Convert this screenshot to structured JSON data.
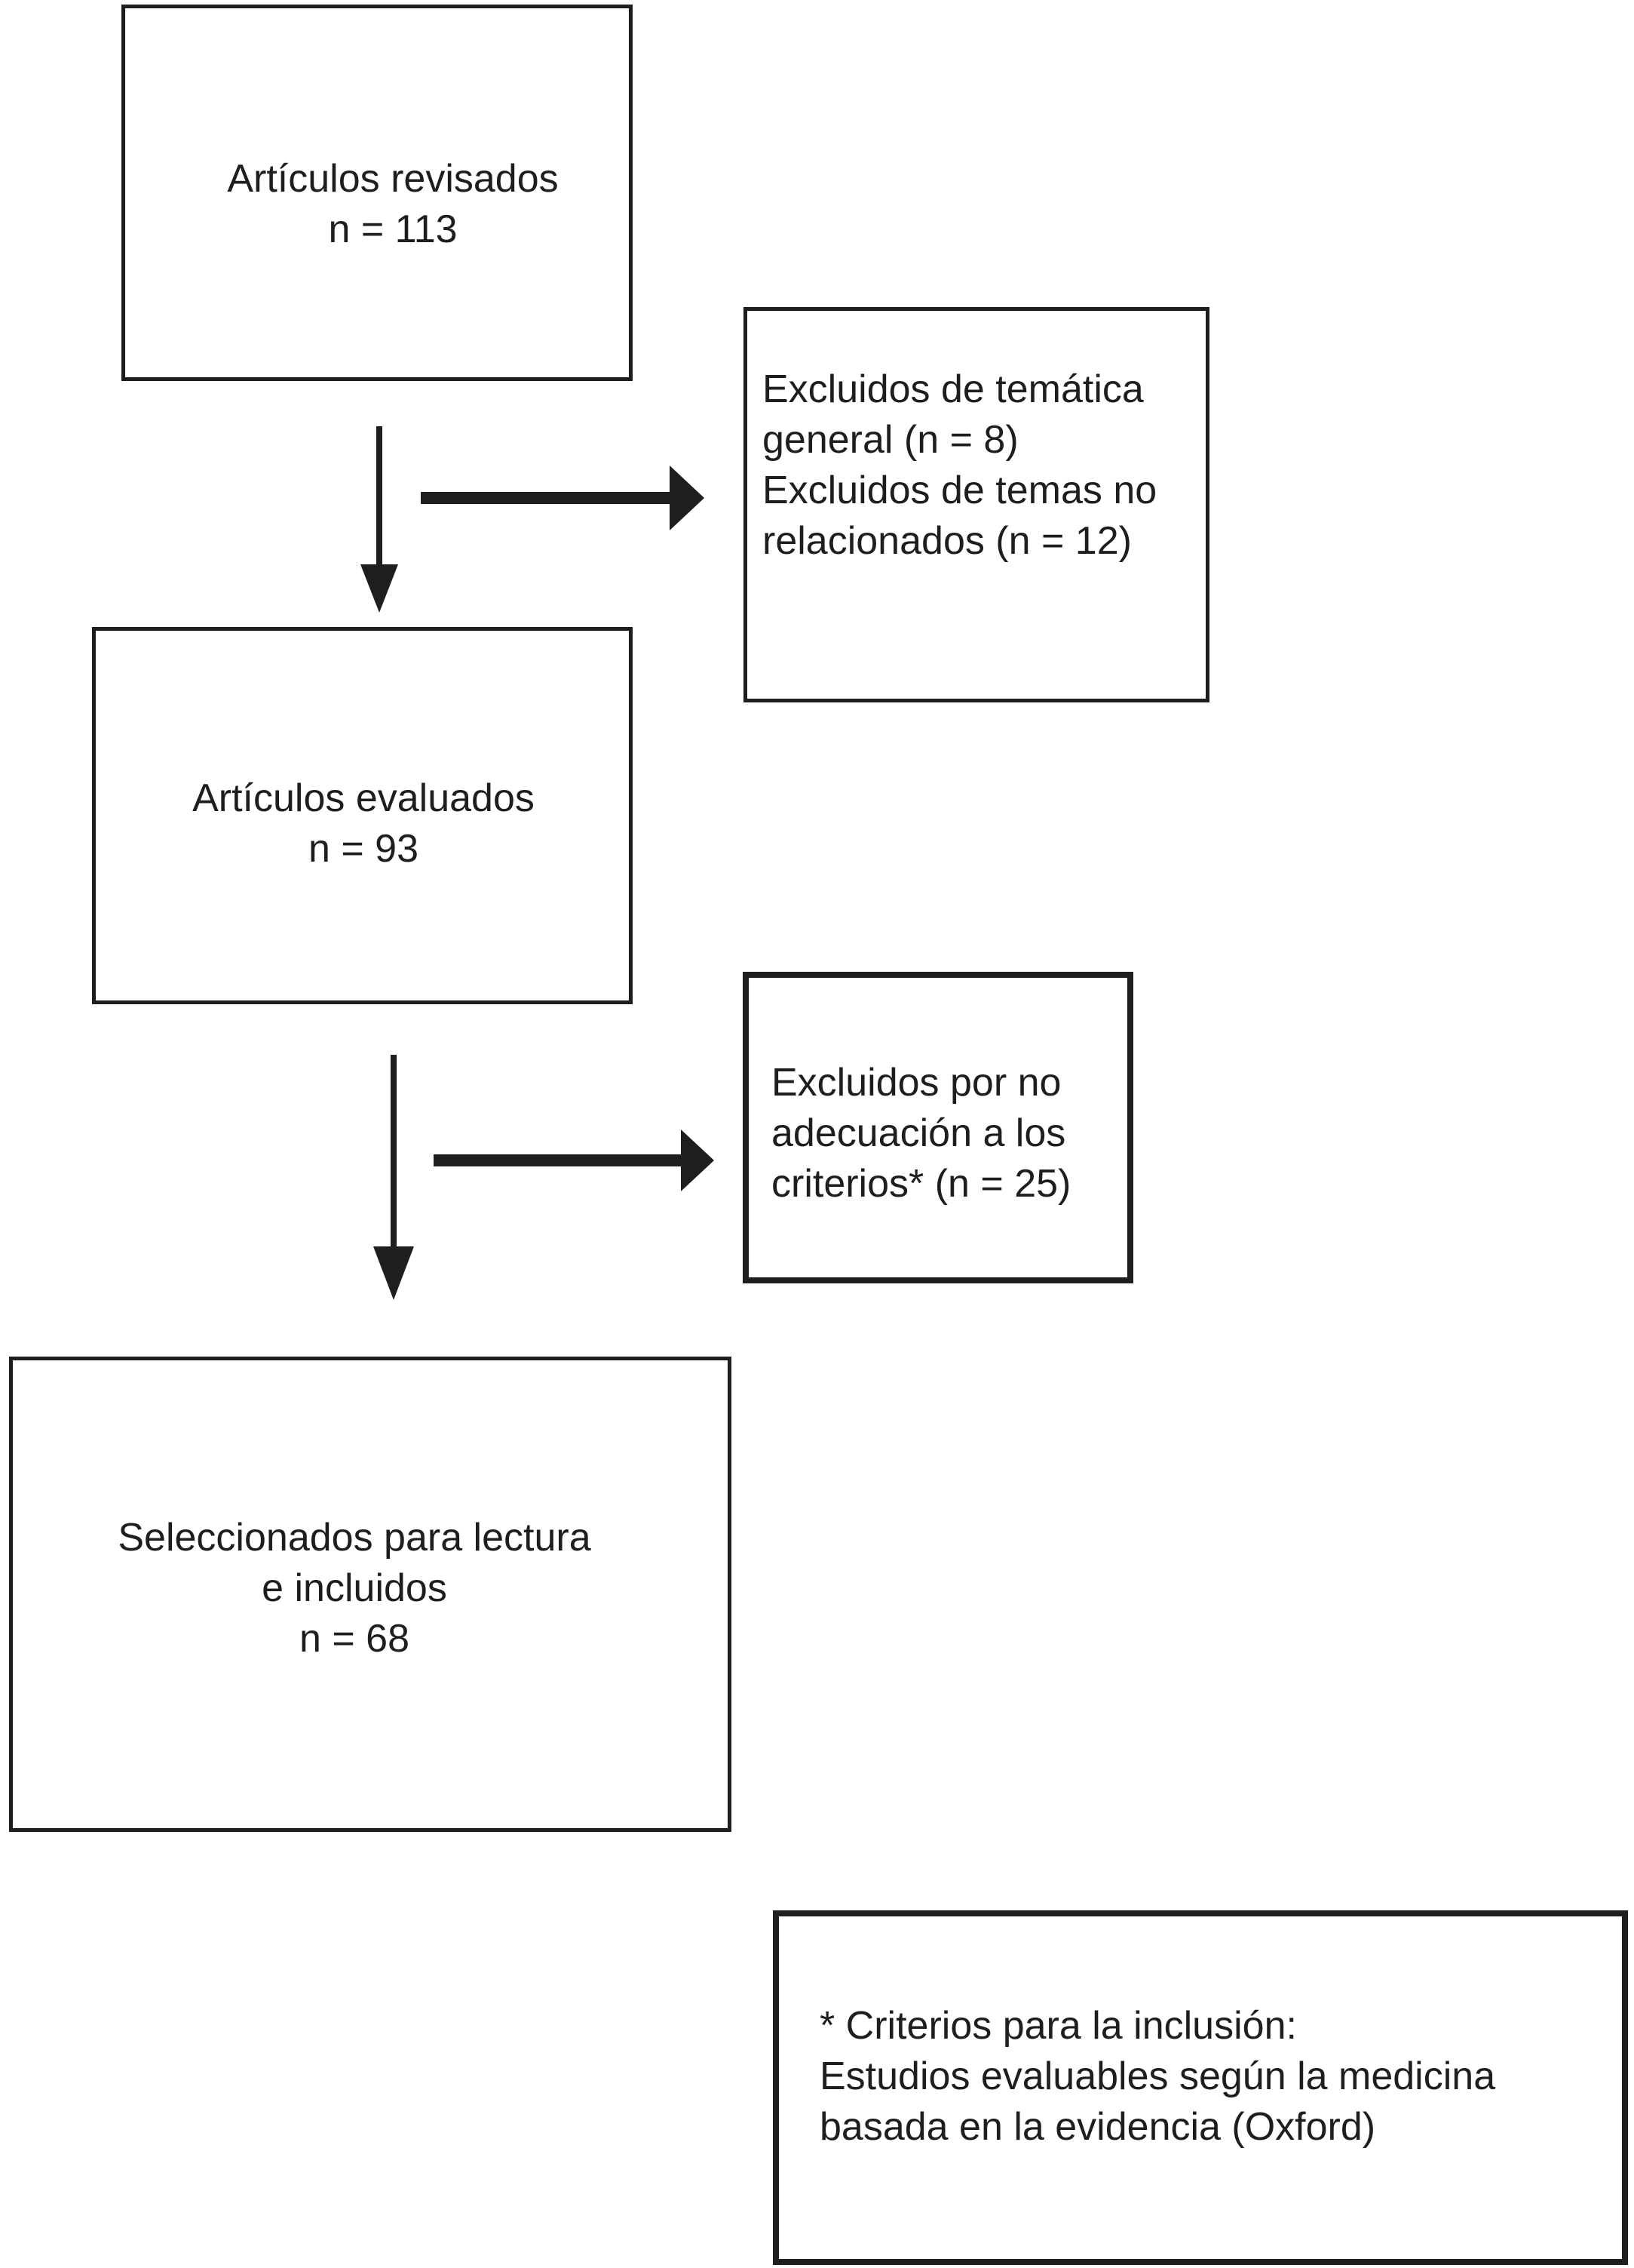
{
  "diagram": {
    "box_revisados": {
      "line1": "Artículos revisados",
      "line2": "n = 113"
    },
    "box_excluidos_1": {
      "line1": "Excluidos de temática",
      "line2": "general (n = 8)",
      "line3": "Excluidos de temas no",
      "line4": "relacionados (n = 12)"
    },
    "box_evaluados": {
      "line1": "Artículos evaluados",
      "line2": "n = 93"
    },
    "box_excluidos_2": {
      "line1": "Excluidos por no",
      "line2": "adecuación a los",
      "line3": "criterios* (n = 25)"
    },
    "box_seleccionados": {
      "line1": "Seleccionados para lectura",
      "line2": "e incluidos",
      "line3": "n = 68"
    },
    "box_criterios": {
      "line1": "* Criterios para la inclusión:",
      "line2": "Estudios evaluables según la medicina",
      "line3": "basada en la evidencia (Oxford)"
    }
  }
}
